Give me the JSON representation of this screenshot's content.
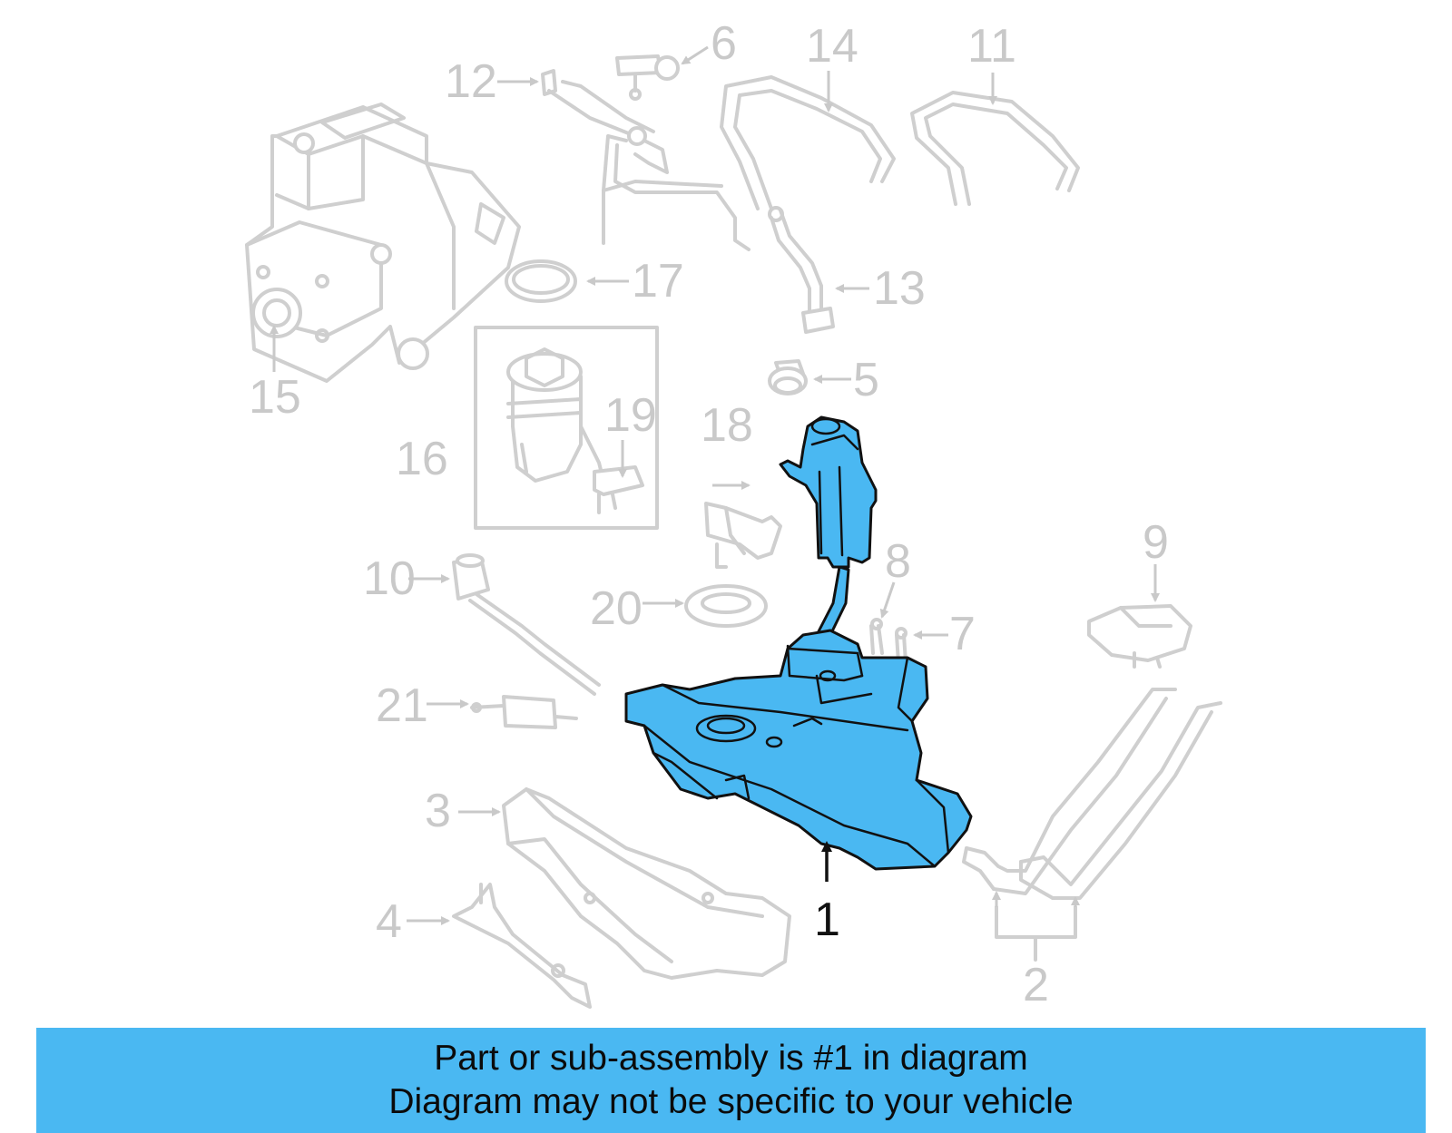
{
  "callouts": [
    {
      "id": "1",
      "label": "1",
      "primary": true
    },
    {
      "id": "2",
      "label": "2",
      "primary": false
    },
    {
      "id": "3",
      "label": "3",
      "primary": false
    },
    {
      "id": "4",
      "label": "4",
      "primary": false
    },
    {
      "id": "5",
      "label": "5",
      "primary": false
    },
    {
      "id": "6",
      "label": "6",
      "primary": false
    },
    {
      "id": "7",
      "label": "7",
      "primary": false
    },
    {
      "id": "8",
      "label": "8",
      "primary": false
    },
    {
      "id": "9",
      "label": "9",
      "primary": false
    },
    {
      "id": "10",
      "label": "10",
      "primary": false
    },
    {
      "id": "11",
      "label": "11",
      "primary": false
    },
    {
      "id": "12",
      "label": "12",
      "primary": false
    },
    {
      "id": "13",
      "label": "13",
      "primary": false
    },
    {
      "id": "14",
      "label": "14",
      "primary": false
    },
    {
      "id": "15",
      "label": "15",
      "primary": false
    },
    {
      "id": "16",
      "label": "16",
      "primary": false
    },
    {
      "id": "17",
      "label": "17",
      "primary": false
    },
    {
      "id": "18",
      "label": "18",
      "primary": false
    },
    {
      "id": "19",
      "label": "19",
      "primary": false
    },
    {
      "id": "20",
      "label": "20",
      "primary": false
    },
    {
      "id": "21",
      "label": "21",
      "primary": false
    }
  ],
  "banner": {
    "line1": "Part or sub-assembly is #1 in diagram",
    "line2": "Diagram may not be specific to your vehicle"
  },
  "colors": {
    "highlight": "#4ab8f2",
    "ghost": "#cfcfcf",
    "outline": "#111111"
  }
}
